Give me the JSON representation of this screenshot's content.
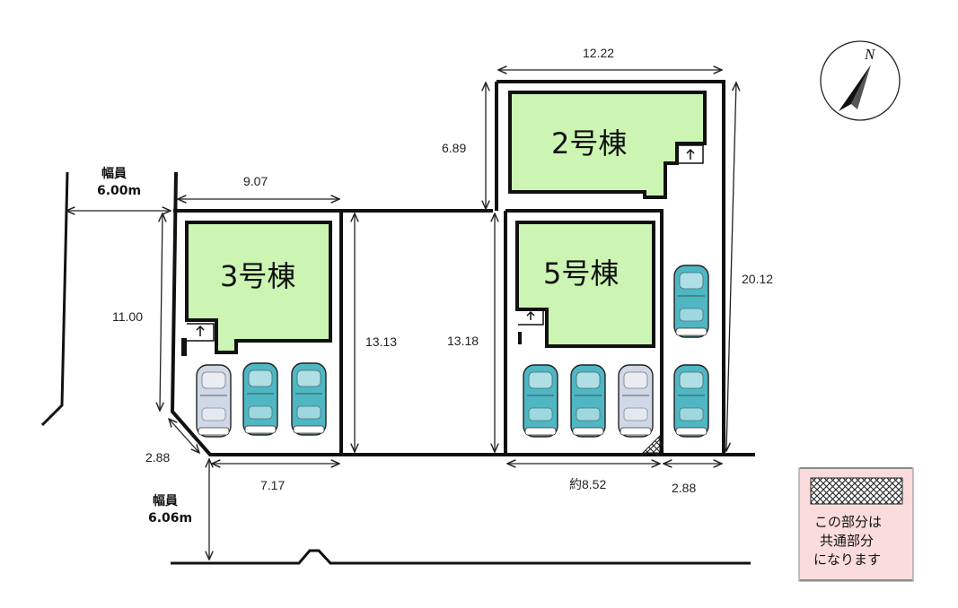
{
  "buildings": [
    {
      "id": "b3",
      "name": "3号棟"
    },
    {
      "id": "b5",
      "name": "5号棟"
    },
    {
      "id": "b2",
      "name": "2号棟"
    }
  ],
  "roads": [
    {
      "label": "幅員",
      "width": "6.00m"
    },
    {
      "label": "幅員",
      "width": "6.06m"
    }
  ],
  "dimensions": {
    "top_2": "12.22",
    "left_2": "6.89",
    "right_total": "20.12",
    "top_3": "9.07",
    "left_3": "11.00",
    "lot_3": "13.13",
    "lot_5": "13.18",
    "corner": "2.88",
    "bottom_3": "7.17",
    "bottom_5": "約8.52",
    "bottom_2": "2.88"
  },
  "north_label": "N",
  "legend": {
    "lines": [
      "この部分は",
      "共通部分",
      "になります"
    ],
    "colors": {
      "background": "#fadcdc",
      "hatch": "#222222"
    }
  },
  "colors": {
    "building": "#ccf5b3",
    "car_teal": "#4fb7c3",
    "car_white": "#cfd8e6",
    "line": "#111111"
  }
}
